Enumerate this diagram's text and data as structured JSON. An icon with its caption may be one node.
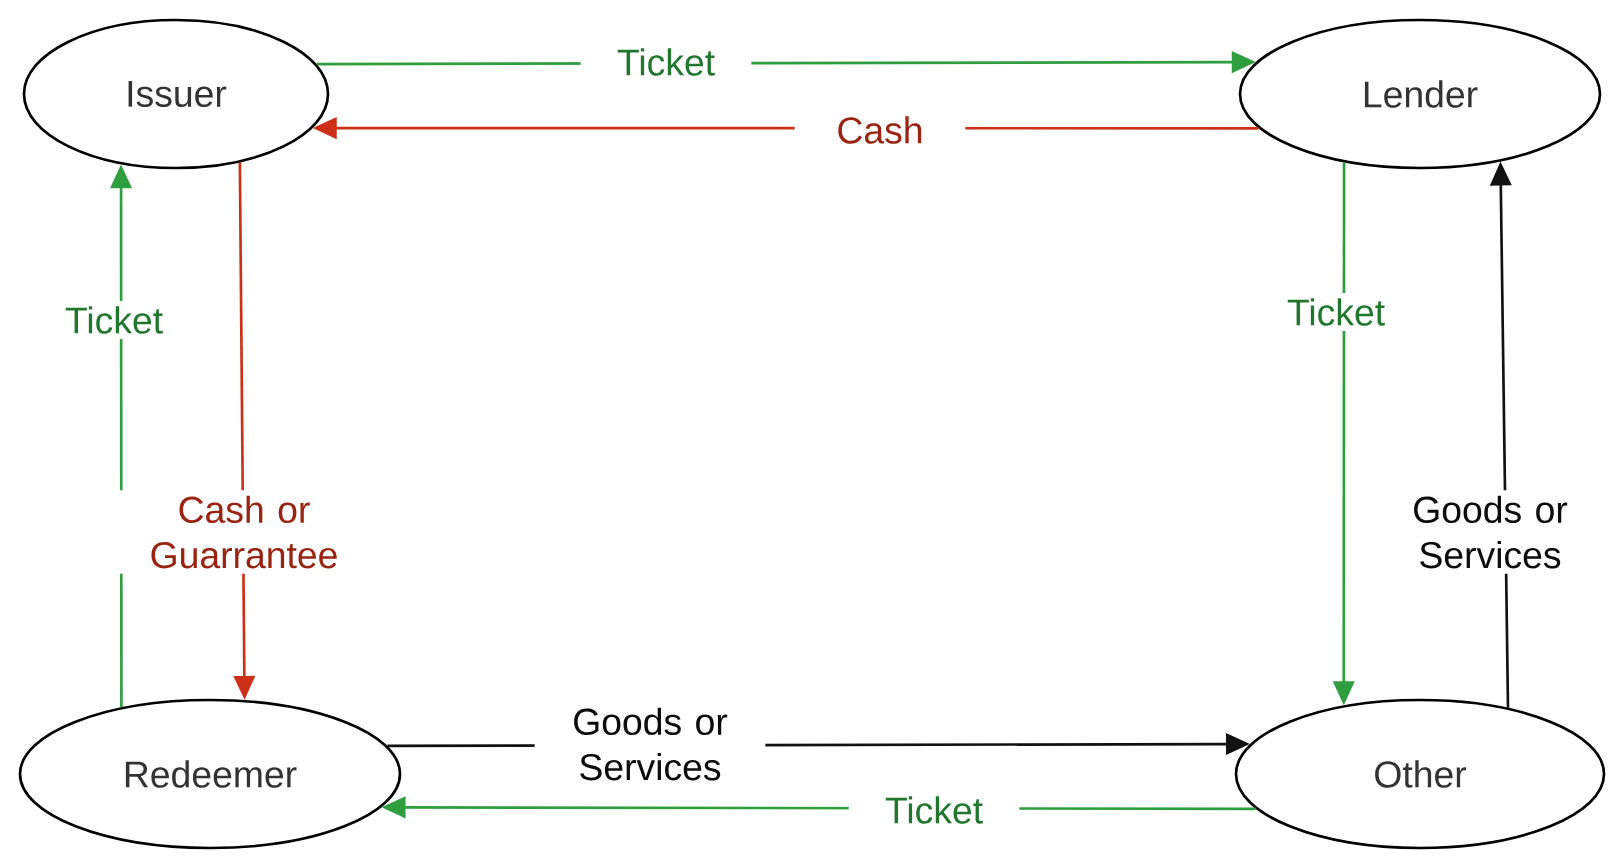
{
  "diagram": {
    "nodes": [
      {
        "text": [
          "Issuer"
        ]
      },
      {
        "text": [
          "Lender"
        ]
      },
      {
        "text": [
          "Redeemer"
        ]
      },
      {
        "text": [
          "Other"
        ]
      }
    ],
    "edges": [
      {
        "from": 0,
        "to": 1,
        "arrow": "to",
        "label": "Ticket",
        "color": "#2e9e3e"
      },
      {
        "from": 1,
        "to": 0,
        "arrow": "to",
        "label": "Cash",
        "color": "#cc3018"
      },
      {
        "from": 0,
        "to": 2,
        "arrow": "to",
        "label": "Cash or Guarrantee",
        "color": "#cc3018"
      },
      {
        "from": 2,
        "to": 0,
        "arrow": "to",
        "label": "Ticket",
        "color": "#2e9e3e"
      },
      {
        "from": 1,
        "to": 3,
        "arrow": "to",
        "label": "Ticket",
        "color": "#2e9e3e"
      },
      {
        "from": 3,
        "to": 1,
        "arrow": "to",
        "label": "Goods or Services",
        "color": "#111111"
      },
      {
        "from": 2,
        "to": 3,
        "arrow": "to",
        "label": "Goods or Services",
        "color": "#111111"
      },
      {
        "from": 3,
        "to": 2,
        "arrow": "to",
        "label": "Ticket",
        "color": "#2e9e3e"
      }
    ]
  }
}
